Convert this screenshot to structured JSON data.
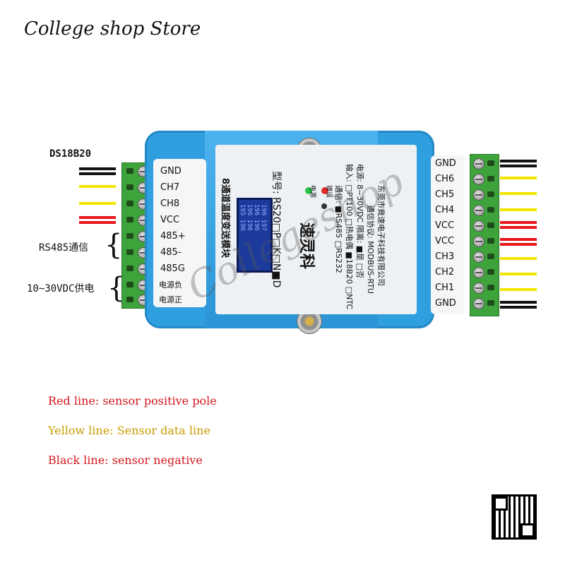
{
  "header": {
    "store_name": "College shop Store"
  },
  "left_annotations": {
    "sensor": "DS18B20",
    "comm": "RS485通信",
    "power": "10~30VDC供电"
  },
  "left_pins": [
    "GND",
    "CH7",
    "CH8",
    "VCC",
    "485+",
    "485-",
    "485G",
    "电源负",
    "电源正"
  ],
  "right_pins": [
    "GND",
    "CH6",
    "CH5",
    "CH4",
    "VCC",
    "VCC",
    "CH3",
    "CH2",
    "CH1",
    "GND"
  ],
  "module": {
    "title": "8通道温度变送模块",
    "brand": "速灵科",
    "model": "型号: RS20□P□K□N■D",
    "led_power": "电源",
    "led_error": "错误",
    "comm_line": "通信: ■RS485 □RS232",
    "input_line": "输入: □PT100 □热电偶 ■18B20 □NTC",
    "power_line": "电源: 8~30VDC 隔离: ■是 □否",
    "protocol_line": "通信协议: MODBUS-RTU",
    "company_line": "东莞市竟速电子科技有限公司",
    "lcd_rows": [
      "196 197",
      "196 196",
      "196 196",
      "195 196"
    ]
  },
  "legend": {
    "red": "Red line: sensor positive pole",
    "yellow": "Yellow line: Sensor data line",
    "black": "Black line: sensor negative"
  },
  "watermark": "Collegeshop",
  "colors": {
    "module_blue": "#2f9fe0",
    "terminal_green": "#3fa33c",
    "red_wire": "#e8151b",
    "yellow_wire": "#f2e600",
    "black_wire": "#111111"
  }
}
